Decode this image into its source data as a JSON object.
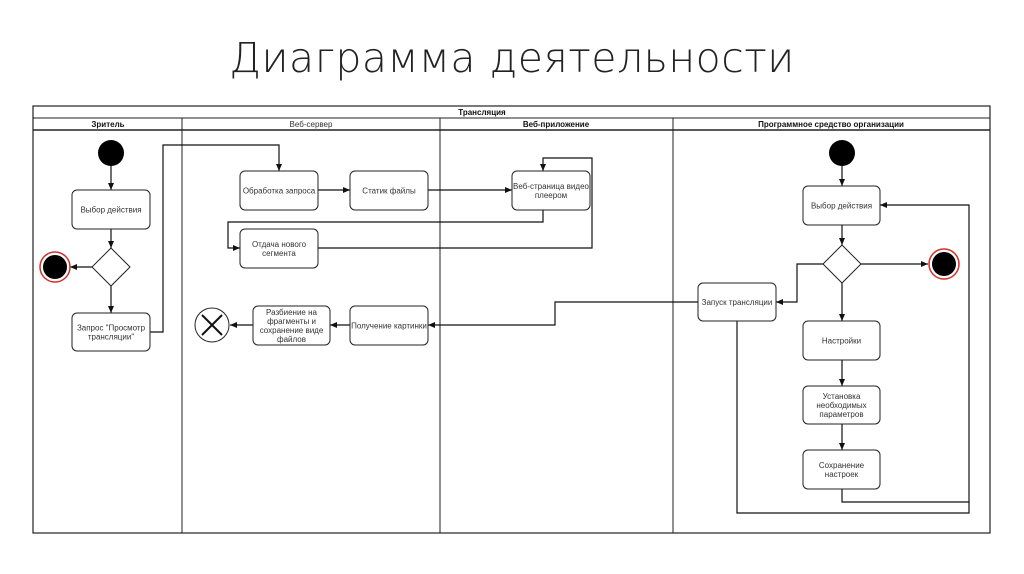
{
  "title": "Диаграмма деятельности",
  "pool": {
    "title": "Трансляция",
    "lanes": [
      "Зритель",
      "Веб-сервер",
      "Веб-приложение",
      "Программное средство организации"
    ]
  },
  "nodes": {
    "viewer_choose": [
      "Выбор действия"
    ],
    "viewer_request": [
      "Запрос \"Просмотр",
      "трансляции\""
    ],
    "process_request": [
      "Обработка запроса"
    ],
    "static_files": [
      "Статик файлы"
    ],
    "web_page": [
      "Веб-страница видео",
      "плеером"
    ],
    "new_segment": [
      "Отдача нового",
      "сегмента"
    ],
    "split": [
      "Разбиение на",
      "фрагменты и",
      "сохранение виде",
      "файлов"
    ],
    "get_picture": [
      "Получение картинки"
    ],
    "org_choose": [
      "Выбор действия"
    ],
    "start_stream": [
      "Запуск трансляции"
    ],
    "settings": [
      "Настройки"
    ],
    "set_params": [
      "Установка",
      "необходимых",
      "параметров"
    ],
    "save_settings": [
      "Сохранение",
      "настроек"
    ]
  },
  "colors": {
    "final_ring": "#d0302a",
    "node_fill": "#000000"
  }
}
